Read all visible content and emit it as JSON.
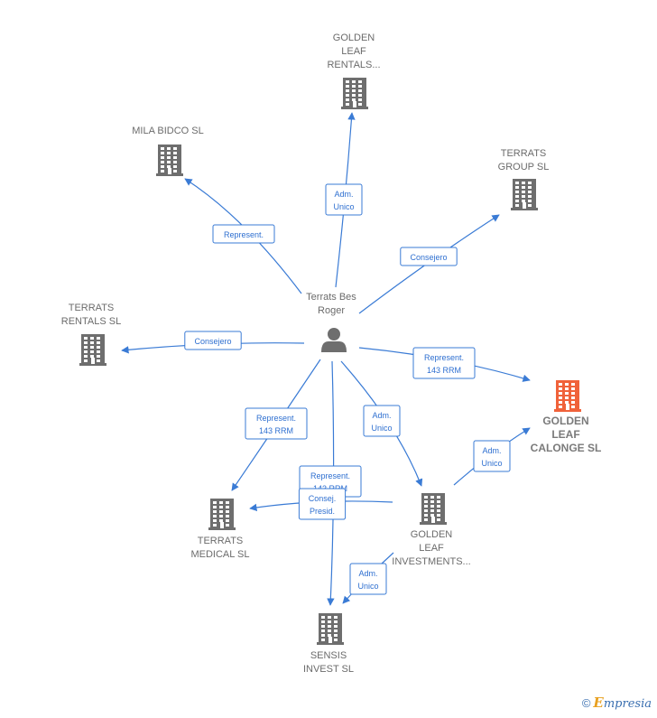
{
  "colors": {
    "edge": "#3a7bd5",
    "building": "#6e6e6e",
    "focus": "#f0623a",
    "person": "#6e6e6e"
  },
  "center": {
    "id": "roger",
    "lines": [
      "Terrats Bes",
      "Roger"
    ],
    "icon": "person-icon"
  },
  "nodes": [
    {
      "id": "golden_rentals",
      "lines": [
        "GOLDEN",
        "LEAF",
        "RENTALS..."
      ],
      "icon": "building-icon"
    },
    {
      "id": "mila",
      "lines": [
        "MILA BIDCO  SL"
      ],
      "icon": "building-icon"
    },
    {
      "id": "terrats_group",
      "lines": [
        "TERRATS",
        "GROUP  SL"
      ],
      "icon": "building-icon"
    },
    {
      "id": "terrats_rentals",
      "lines": [
        "TERRATS",
        "RENTALS  SL"
      ],
      "icon": "building-icon"
    },
    {
      "id": "golden_calonge",
      "lines": [
        "GOLDEN",
        "LEAF",
        "CALONGE  SL"
      ],
      "icon": "building-icon",
      "focus": true
    },
    {
      "id": "terrats_medical",
      "lines": [
        "TERRATS",
        "MEDICAL  SL"
      ],
      "icon": "building-icon"
    },
    {
      "id": "golden_investments",
      "lines": [
        "GOLDEN",
        "LEAF",
        "INVESTMENTS..."
      ],
      "icon": "building-icon"
    },
    {
      "id": "sensis",
      "lines": [
        "SENSIS",
        "INVEST  SL"
      ],
      "icon": "building-icon"
    }
  ],
  "edges": [
    {
      "id": "e1",
      "from": "roger",
      "to": "golden_rentals",
      "label": [
        "Adm.",
        "Unico"
      ]
    },
    {
      "id": "e2",
      "from": "roger",
      "to": "mila",
      "label": [
        "Represent."
      ]
    },
    {
      "id": "e3",
      "from": "roger",
      "to": "terrats_group",
      "label": [
        "Consejero"
      ]
    },
    {
      "id": "e4",
      "from": "roger",
      "to": "terrats_rentals",
      "label": [
        "Consejero"
      ]
    },
    {
      "id": "e5",
      "from": "roger",
      "to": "golden_calonge",
      "label": [
        "Represent.",
        "143 RRM"
      ]
    },
    {
      "id": "e6",
      "from": "roger",
      "to": "terrats_medical",
      "label": [
        "Represent.",
        "143 RRM"
      ]
    },
    {
      "id": "e7",
      "from": "roger",
      "to": "golden_investments",
      "label": [
        "Adm.",
        "Unico"
      ]
    },
    {
      "id": "e8",
      "from": "roger",
      "to": "sensis",
      "label": [
        "Represent.",
        "143 RRM"
      ]
    },
    {
      "id": "e9",
      "from": "golden_investments",
      "to": "golden_calonge",
      "label": [
        "Adm.",
        "Unico"
      ]
    },
    {
      "id": "e10",
      "from": "golden_investments",
      "to": "terrats_medical",
      "label": [
        "Consej.",
        "Presid."
      ]
    },
    {
      "id": "e11",
      "from": "golden_investments",
      "to": "sensis",
      "label": [
        "Adm.",
        "Unico"
      ]
    }
  ],
  "footer": {
    "copyright": "©",
    "brand_initial": "E",
    "brand_rest": "mpresia"
  }
}
